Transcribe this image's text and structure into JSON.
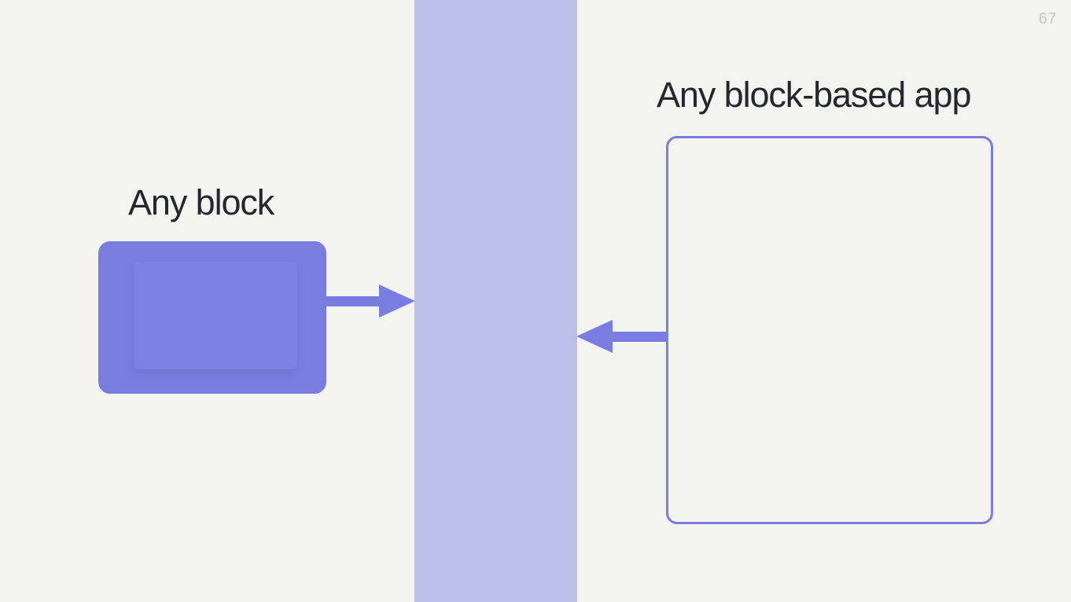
{
  "slide": {
    "page_number": "67",
    "background_color": "#f3f4ef",
    "accent_color": "#7a7de0",
    "band_color": "#bcbfea",
    "text_color": "#26262e",
    "page_number_color": "#c6c7c1"
  },
  "left": {
    "label": "Any block",
    "shape_name": "filled-block",
    "shape_fill": "#7a7de0"
  },
  "right": {
    "label": "Any block-based app",
    "shape_name": "outlined-app-frame",
    "shape_border": "#7a7de0"
  },
  "center": {
    "band_name": "center-band"
  },
  "arrows": [
    {
      "name": "arrow-block-to-band",
      "direction": "right",
      "color": "#7a7de0"
    },
    {
      "name": "arrow-app-to-band",
      "direction": "left",
      "color": "#7a7de0"
    }
  ]
}
